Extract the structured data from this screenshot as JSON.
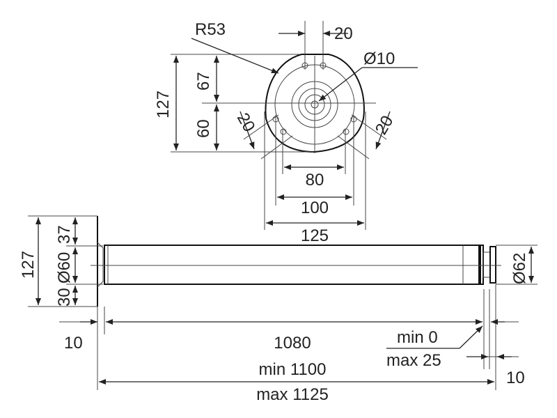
{
  "top_view": {
    "radius_label": "R53",
    "hole_spacing_top": "20",
    "center_hole": "Ø10",
    "height_total": "127",
    "height_upper": "67",
    "height_lower": "60",
    "diag_left": "20",
    "diag_right": "20",
    "width_80": "80",
    "width_100": "100",
    "width_125": "125"
  },
  "side_view": {
    "flange_height": "127",
    "upper_offset": "37",
    "tube_diameter": "Ø60",
    "lower_offset": "30",
    "end_diameter": "Ø62",
    "flange_thickness": "10",
    "tube_length": "1080",
    "adjust_min": "min 0",
    "adjust_max": "max 25",
    "end_thickness": "10",
    "total_min": "min 1100",
    "total_max": "max 1125"
  },
  "colors": {
    "line": "#222222",
    "background": "#ffffff"
  }
}
